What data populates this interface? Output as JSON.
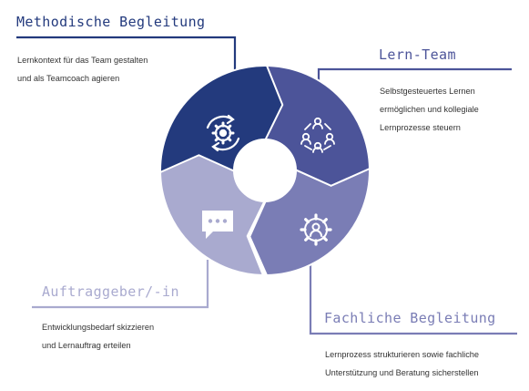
{
  "segments": [
    {
      "id": "methodische-begleitung",
      "title": "Methodische Begleitung",
      "lines": [
        "Lernkontext für das Team gestalten",
        "und als Teamcoach agieren"
      ],
      "color": "#233a7d",
      "icon": "gear-cycle-icon"
    },
    {
      "id": "lern-team",
      "title": "Lern-Team",
      "lines": [
        "Selbstgesteuertes Lernen",
        "ermöglichen und kollegiale",
        "Lernprozesse steuern"
      ],
      "color": "#4c5499",
      "icon": "team-network-icon"
    },
    {
      "id": "fachliche-begleitung",
      "title": "Fachliche Begleitung",
      "lines": [
        "Lernprozess strukturieren sowie fachliche",
        "Unterstützung und Beratung sicherstellen"
      ],
      "color": "#7a7db5",
      "icon": "person-gear-icon"
    },
    {
      "id": "auftraggeber",
      "title": "Auftraggeber/-in",
      "lines": [
        "Entwicklungsbedarf skizzieren",
        "und Lernauftrag erteilen"
      ],
      "color": "#a9aacf",
      "icon": "speech-bubble-icon"
    }
  ]
}
